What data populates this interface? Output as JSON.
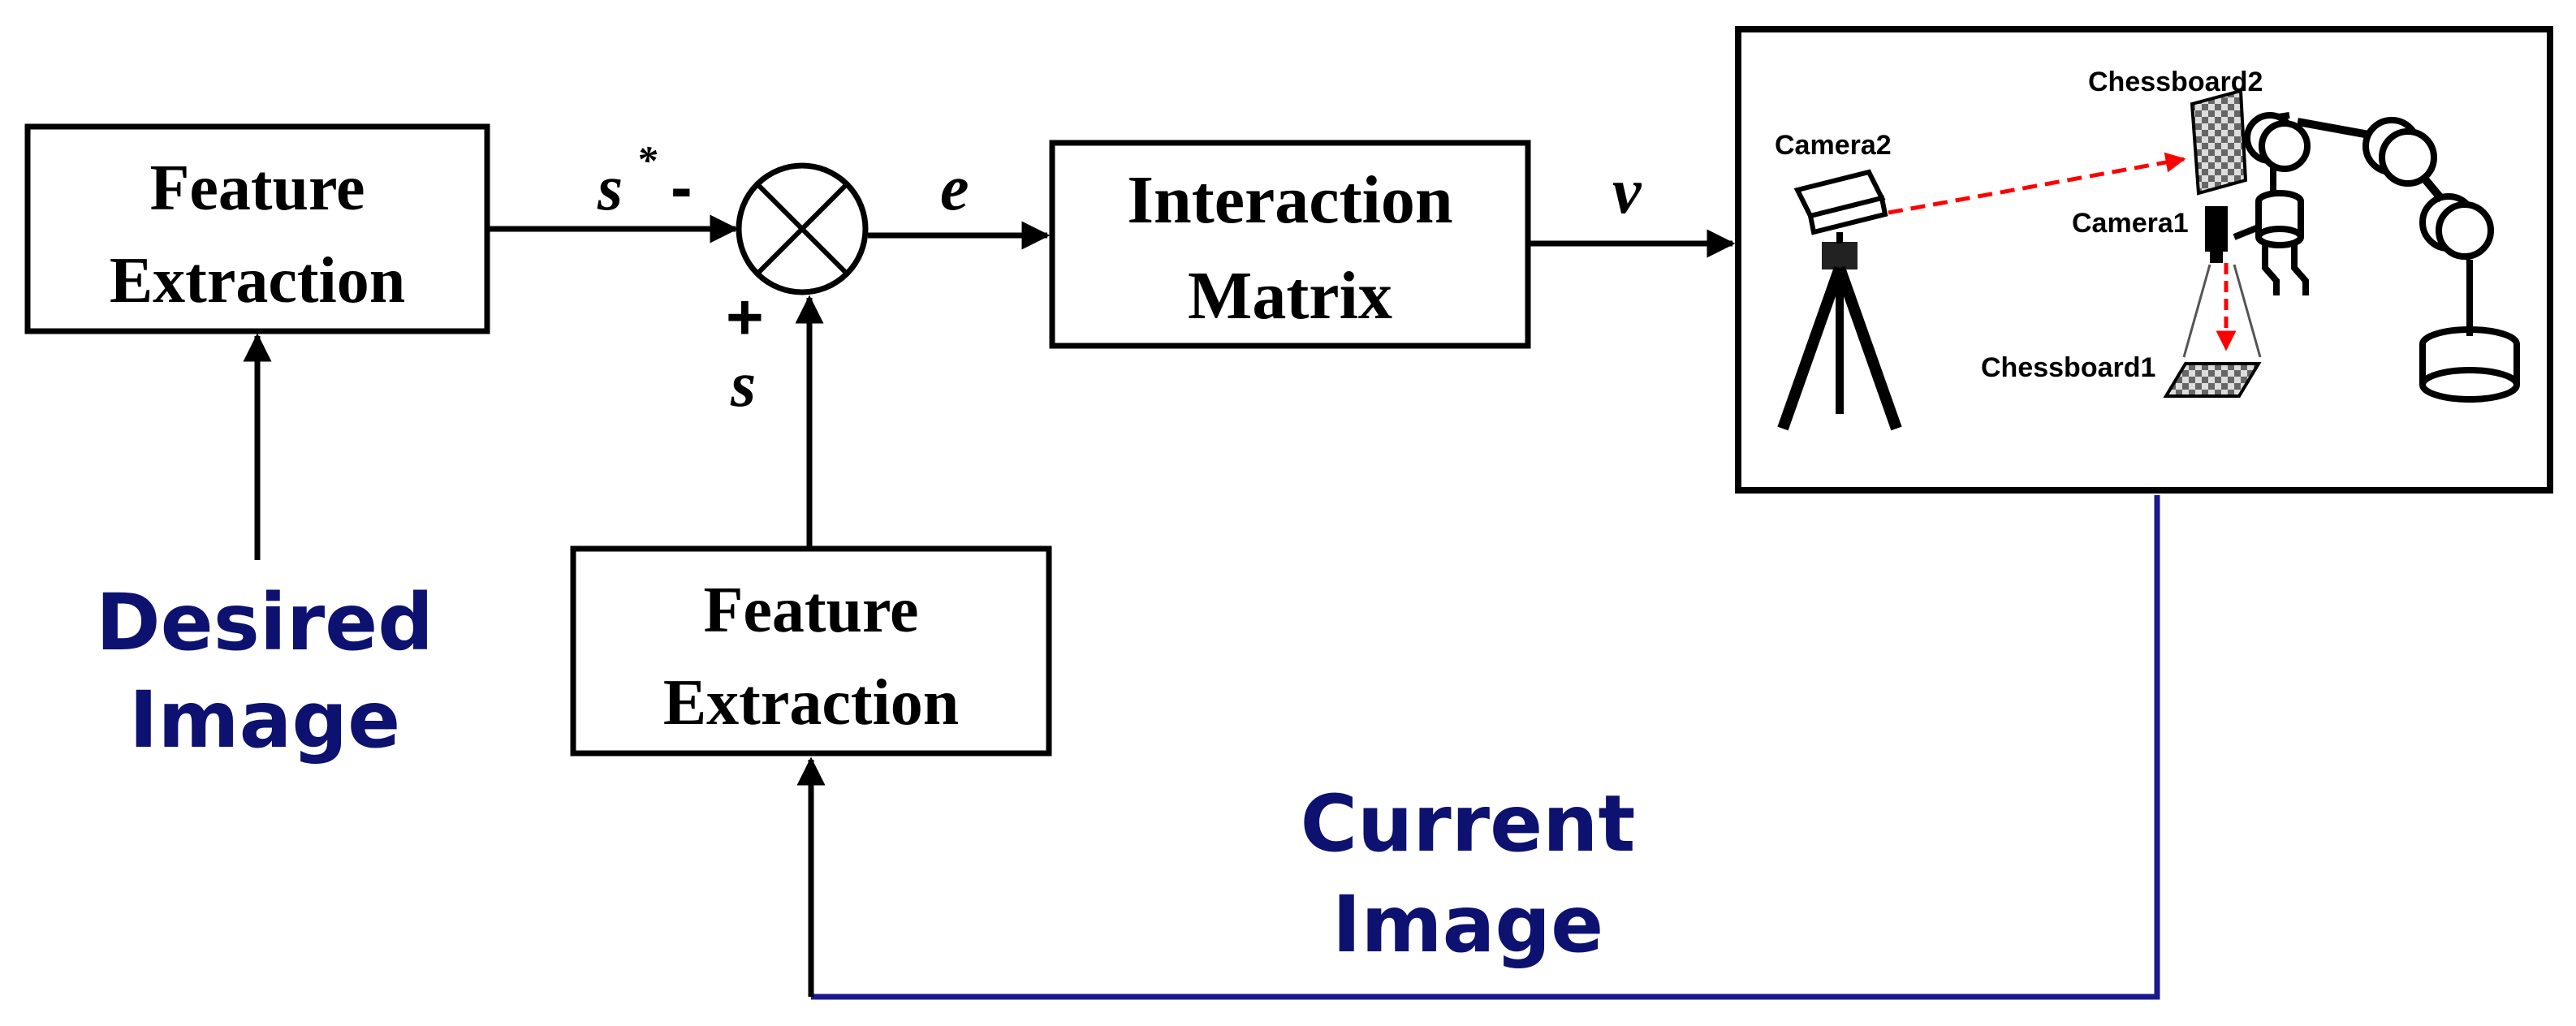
{
  "blocks": {
    "feature_extraction_top": [
      "Feature",
      "Extraction"
    ],
    "feature_extraction_bottom": [
      "Feature",
      "Extraction"
    ],
    "interaction_matrix": [
      "Interaction",
      "Matrix"
    ]
  },
  "signals": {
    "desired_feature": "s",
    "desired_feature_sup": "*",
    "minus_sign": "-",
    "plus_sign": "+",
    "current_feature": "s",
    "error": "e",
    "velocity": "v"
  },
  "labels": {
    "desired_image": [
      "Desired",
      "Image"
    ],
    "current_image": [
      "Current",
      "Image"
    ]
  },
  "scene": {
    "camera2": "Camera2",
    "camera1": "Camera1",
    "chessboard1": "Chessboard1",
    "chessboard2": "Chessboard2"
  },
  "colors": {
    "line": "#000000",
    "label_blue": "#0d1170",
    "feedback_blue": "#1a1a8c",
    "ray_red": "#ff0000"
  }
}
